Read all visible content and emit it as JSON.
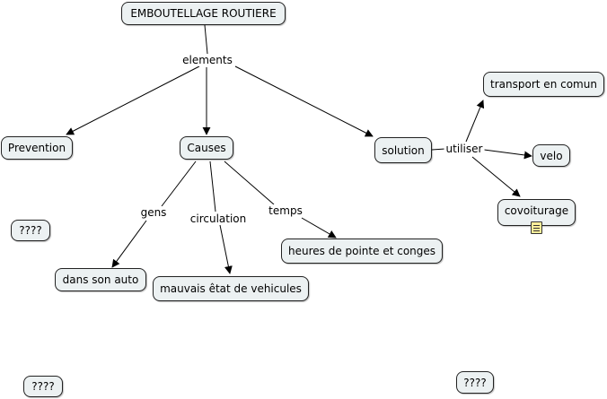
{
  "nodes": {
    "root": "EMBOUTELLAGE ROUTIERE",
    "prevention": "Prevention",
    "causes": "Causes",
    "solution": "solution",
    "transport": "transport en comun",
    "velo": "velo",
    "covoiturage": "covoiturage",
    "q1": "????",
    "q2": "????",
    "q3": "????",
    "auto": "dans son auto",
    "vehicules": "mauvais êtat de vehicules",
    "pointe": "heures de pointe et conges"
  },
  "links": {
    "elements": "elements",
    "gens": "gens",
    "circulation": "circulation",
    "temps": "temps",
    "utiliser": "utiliser"
  },
  "colors": {
    "node_fill": "#ecf1f2",
    "stroke": "#000000"
  },
  "icons": {
    "resource": "document-icon"
  }
}
